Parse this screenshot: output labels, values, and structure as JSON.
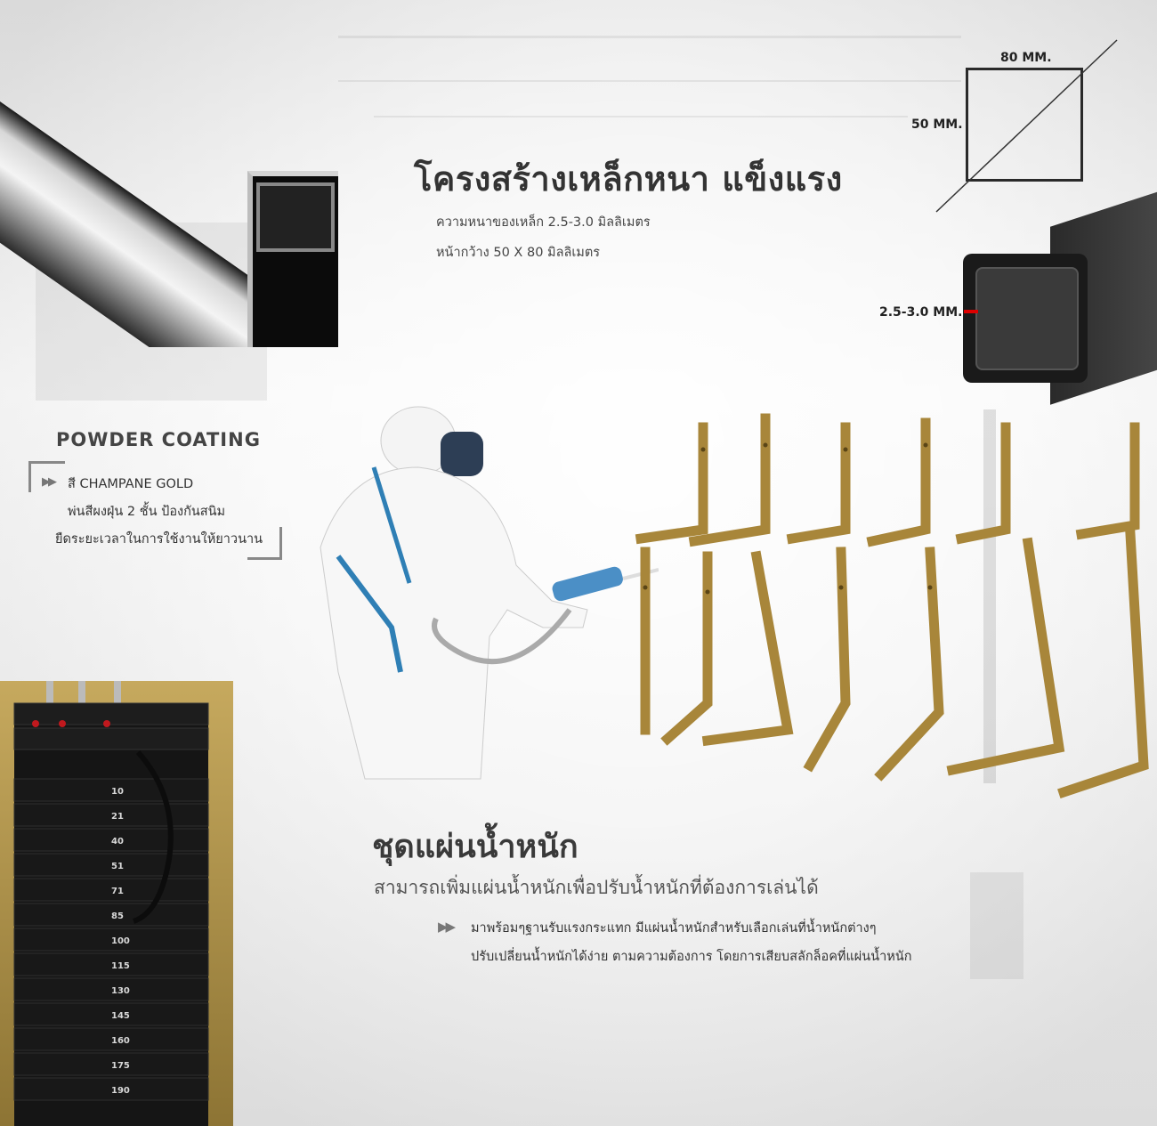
{
  "frame": {
    "title": "โครงสร้างเหล็กหนา แข็งแรง",
    "spec_thickness": "ความหนาของเหล็ก 2.5-3.0 มิลลิเมตร",
    "spec_width": "หน้ากว้าง 50 X 80 มิลลิเมตร",
    "dim_width": "80 MM.",
    "dim_height": "50 MM.",
    "dim_thickness": "2.5-3.0 MM."
  },
  "powder": {
    "title": "POWDER COATING",
    "line1": "สี CHAMPANE GOLD",
    "line2": "พ่นสีผงฝุ่น 2 ชั้น ป้องกันสนิม",
    "line3": "ยืดระยะเวลาในการใช้งานให้ยาวนาน"
  },
  "weights": {
    "title": "ชุดแผ่นน้ำหนัก",
    "subtitle": "สามารถเพิ่มแผ่นน้ำหนักเพื่อปรับน้ำหนักที่ต้องการเล่นได้",
    "line1": "มาพร้อมๆฐานรับแรงกระแทก มีแผ่นน้ำหนักสำหรับเลือกเล่นที่น้ำหนักต่างๆ",
    "line2": "ปรับเปลี่ยนน้ำหนักได้ง่าย ตามความต้องการ โดยการเสียบสลักล็อคที่แผ่นน้ำหนัก",
    "plate_numbers": [
      "10",
      "21",
      "40",
      "51",
      "71",
      "85",
      "100",
      "115",
      "130",
      "145",
      "160",
      "175",
      "190"
    ]
  },
  "colors": {
    "gold": "#a8863a",
    "stack_red": "#c0191e",
    "text_dark": "#333333"
  },
  "icons": {
    "bullet": "▶▶"
  }
}
